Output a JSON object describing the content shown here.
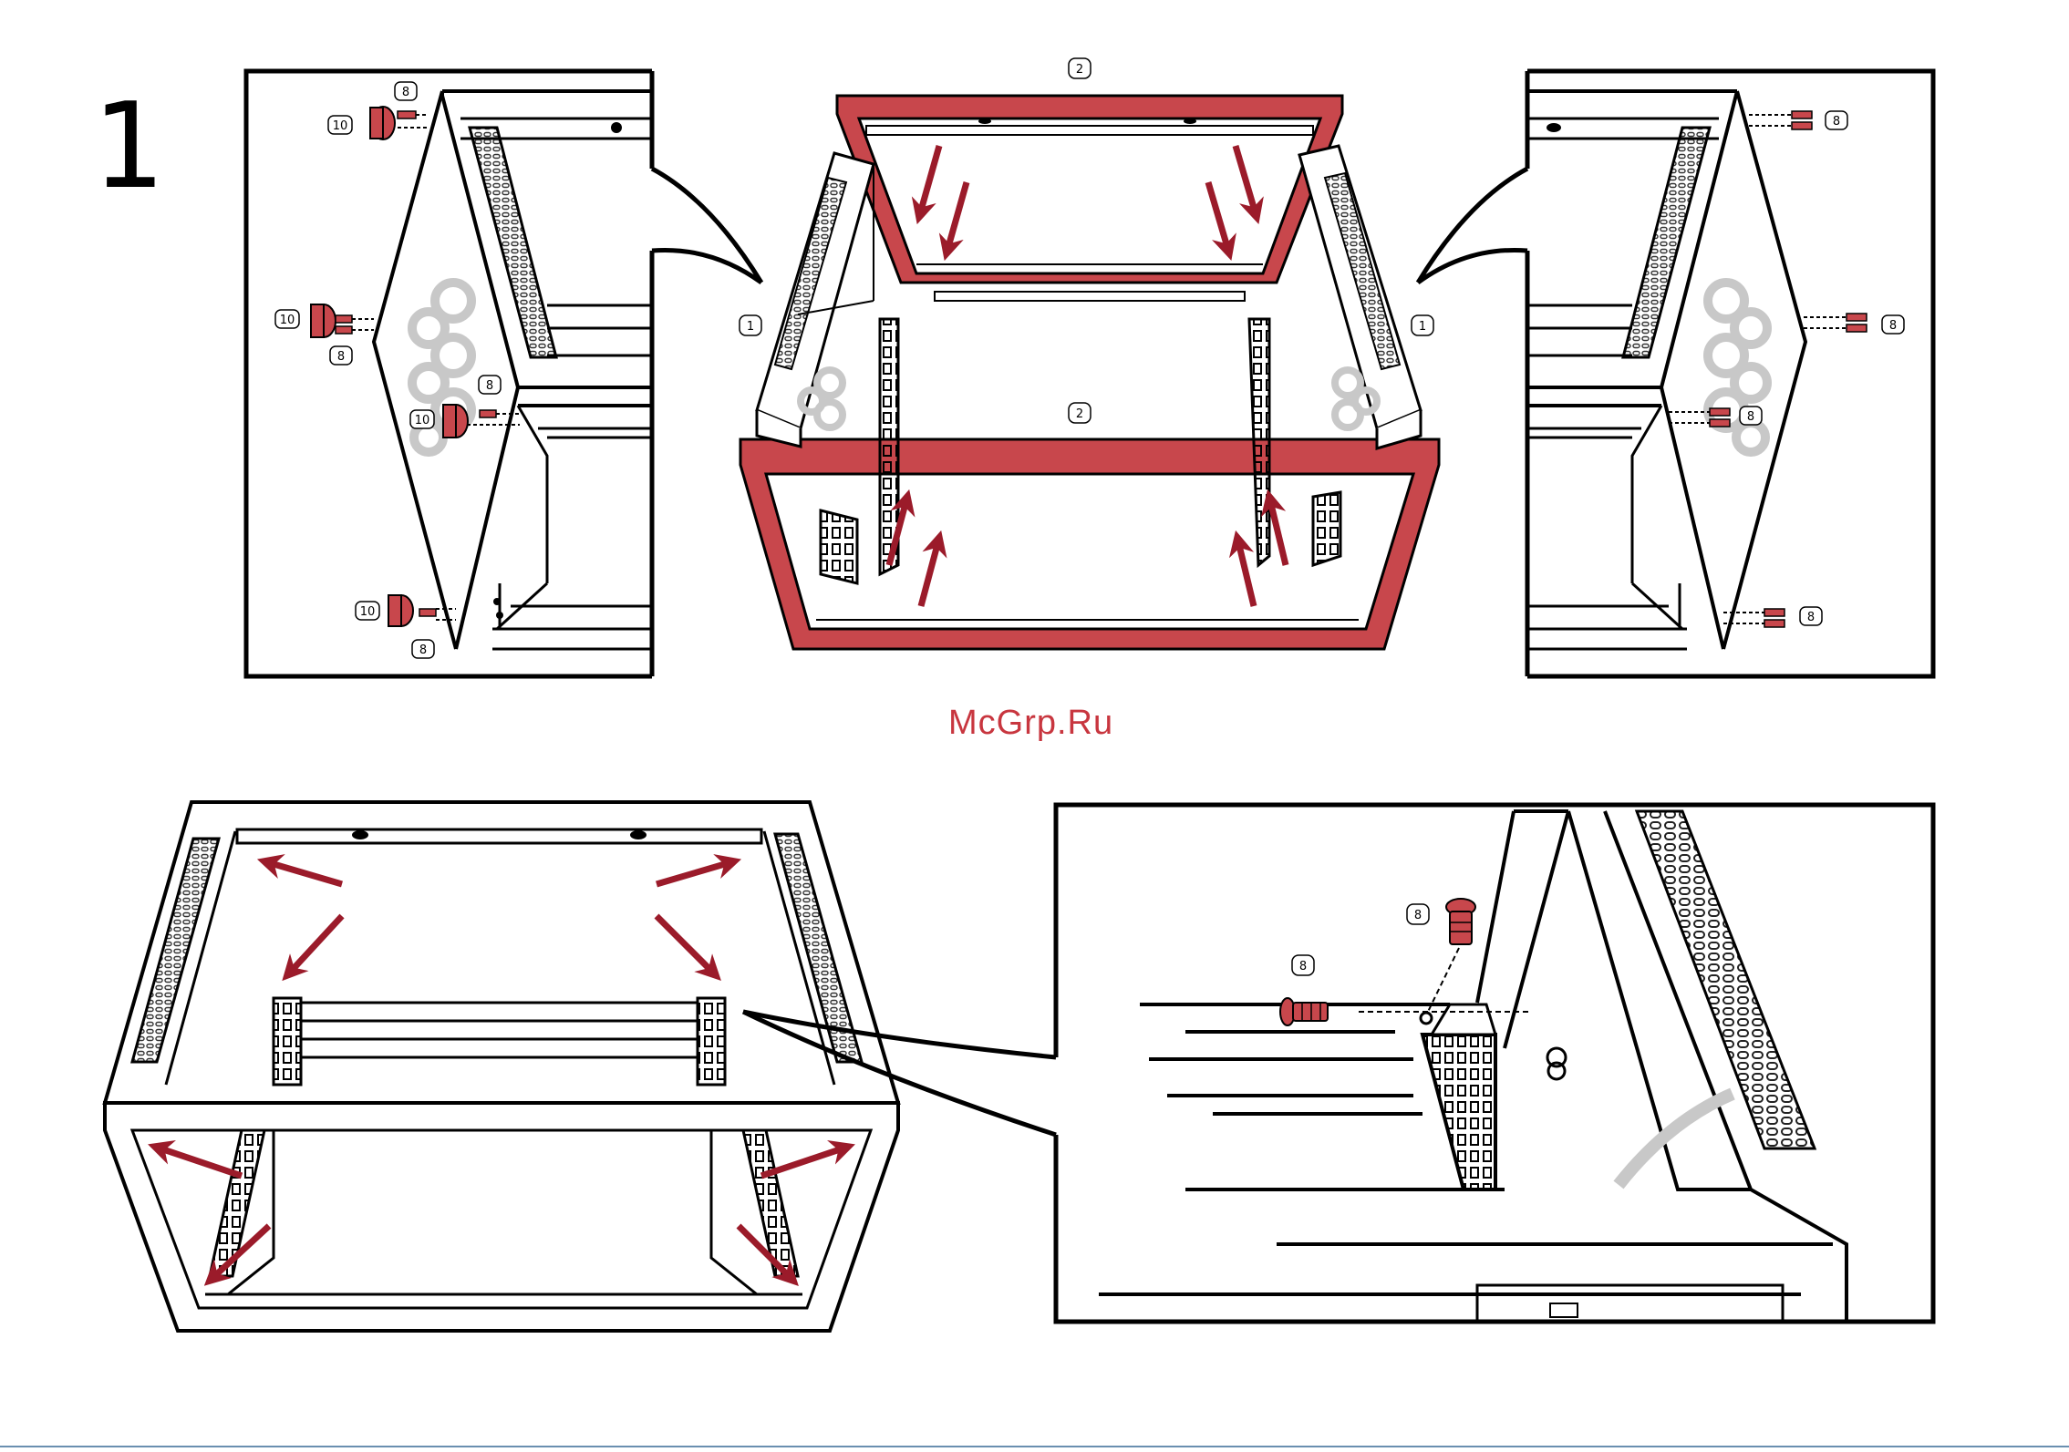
{
  "step": {
    "number": "1"
  },
  "watermark": {
    "text": "McGrp.Ru"
  },
  "callouts": {
    "side_panel": "1",
    "frame": "2",
    "screw": "8",
    "cap": "10"
  },
  "colors": {
    "accent_red": "#c8474c",
    "arrow_red": "#9b1b2a",
    "watermark_red": "#c8363f",
    "line": "#000000",
    "vent": "#555555",
    "rule": "#6a8fb0"
  },
  "icons": {
    "screw": "screw-icon",
    "cap": "cap-nut-icon",
    "arrow": "direction-arrow-icon"
  }
}
